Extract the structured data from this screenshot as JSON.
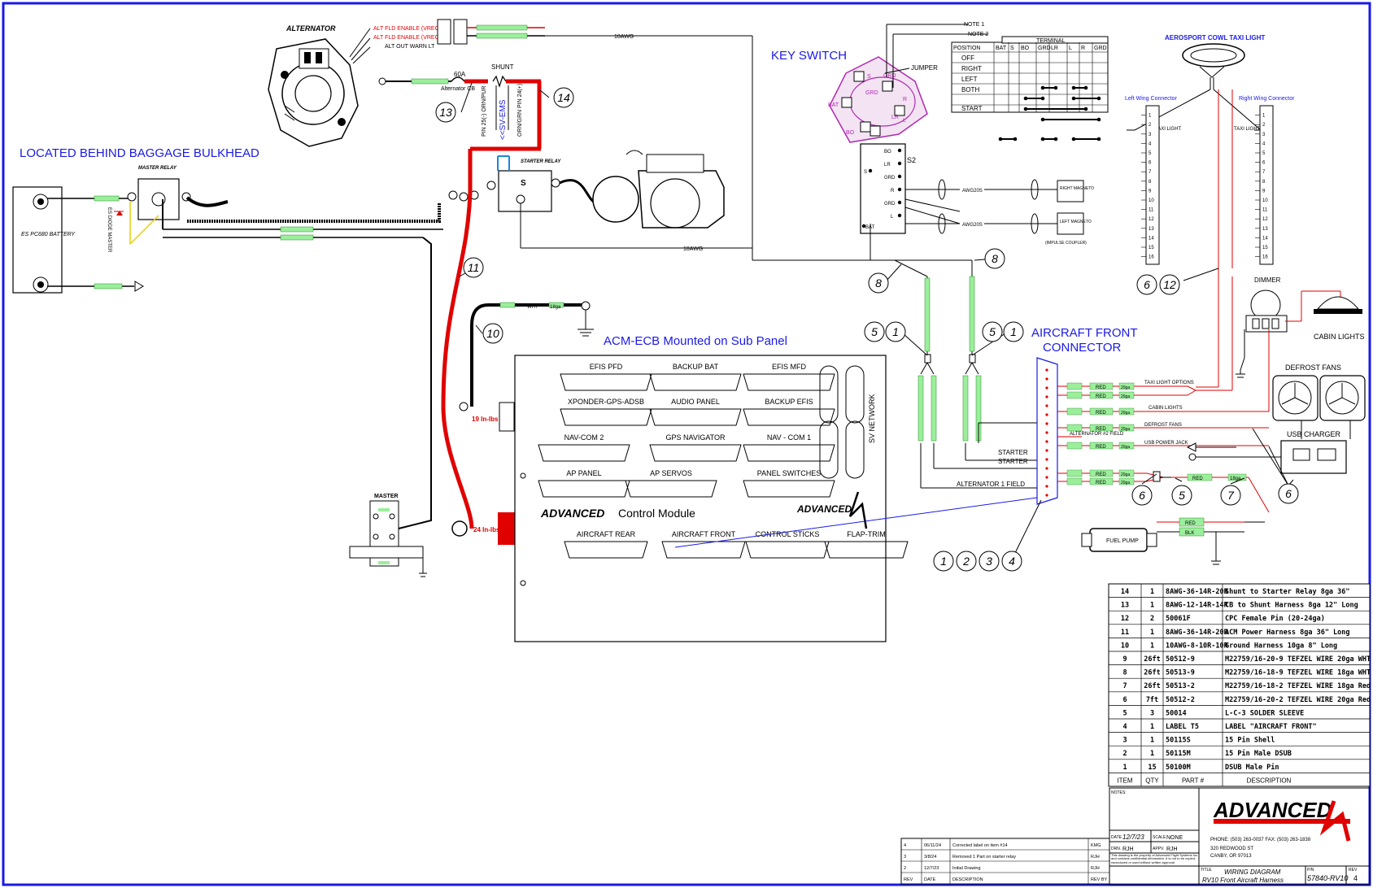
{
  "headings": {
    "baggage": "LOCATED BEHIND BAGGAGE BULKHEAD",
    "key_switch": "KEY SWITCH",
    "acm": "ACM-ECB Mounted on Sub Panel",
    "front_connector_1": "AIRCRAFT FRONT",
    "front_connector_2": "CONNECTOR",
    "taxi_light": "AEROSPORT COWL TAXI LIGHT"
  },
  "components": {
    "alternator": "ALTERNATOR",
    "master_relay": "MASTER RELAY",
    "starter_relay": "STARTER RELAY",
    "battery": "ES PC680 BATTERY",
    "shunt": "SHUNT",
    "cb_60a": "60A",
    "alt_cb": "Alternator CB",
    "master_switch": "MASTER",
    "jumper": "JUMPER",
    "s2": "S2",
    "right_magneto": "RIGHT MAGNETO",
    "left_magneto": "LEFT MAGNETO",
    "impulse": "(IMPULSE COUPLER)",
    "left_wing": "Left Wing Connector",
    "right_wing": "Right Wing Connector",
    "dimmer": "DIMMER",
    "cabin_lights": "CABIN LIGHTS",
    "defrost_fans": "DEFROST FANS",
    "usb_charger": "USB CHARGER",
    "fuel_pump": "FUEL PUMP",
    "sv_ems": "<<SV-EMS",
    "pin25": "PIN 25(-) ORN/PUR",
    "pin24": "ORN/GRN PIN 24(+)"
  },
  "alt_leads": [
    "ALT FLD ENABLE (VREG)",
    "ALT FLD ENABLE (VREG)",
    "ALT OUT WARN LT"
  ],
  "wires": {
    "awg18": "18AWG",
    "awg20": "AWG20S",
    "note1": "NOTE 1",
    "note2": "NOTE 2",
    "torque19": "19 In-lbs",
    "torque24": "24 In-lbs",
    "starter": "STARTER",
    "alt1_field": "ALTERNATOR 1 FIELD",
    "taxi_light": "TAXI LIGHT",
    "wht": "WHT",
    "red": "RED",
    "blk": "BLK",
    "ga18": "18ga",
    "ga20": "20ga"
  },
  "key_table": {
    "terminal": "TERMINAL",
    "headers": [
      "POSITION",
      "BAT",
      "S",
      "BO",
      "GRD",
      "LR",
      "L",
      "R",
      "GRD"
    ],
    "positions": [
      "OFF",
      "RIGHT",
      "LEFT",
      "BOTH",
      "START"
    ]
  },
  "key_terms": [
    "BO",
    "LR",
    "GRD",
    "R",
    "GRD",
    "L",
    "BAT",
    "S"
  ],
  "front_labels": [
    "TAXI LIGHT OPTIONS",
    "CABIN LIGHTS",
    "DEFROST FANS",
    "ALTERNATOR #2 FIELD",
    "USB POWER JACK"
  ],
  "acm": {
    "title_bold": "ADVANCED",
    "title_rest": " Control Module",
    "network": "SV NETWORK",
    "ports": [
      "EFIS PFD",
      "BACKUP BAT",
      "EFIS MFD",
      "XPONDER-GPS-ADSB",
      "AUDIO PANEL",
      "BACKUP EFIS",
      "NAV-COM 2",
      "GPS NAVIGATOR",
      "NAV - COM 1",
      "AP PANEL",
      "AP SERVOS",
      "PANEL SWITCHES",
      "AIRCRAFT REAR",
      "AIRCRAFT FRONT",
      "CONTROL STICKS",
      "FLAP-TRIM"
    ]
  },
  "balloons": [
    "14",
    "13",
    "11",
    "10",
    "8",
    "8",
    "5",
    "1",
    "5",
    "1",
    "6",
    "12",
    "6",
    "5",
    "7",
    "6",
    "1",
    "2",
    "3",
    "4"
  ],
  "bom": {
    "headers": [
      "ITEM",
      "QTY",
      "PART #",
      "DESCRIPTION"
    ],
    "rows": [
      [
        "14",
        "1",
        "8AWG-36-14R-20R",
        "Shunt to Starter Relay 8ga 36\""
      ],
      [
        "13",
        "1",
        "8AWG-12-14R-14R",
        "CB to Shunt Harness 8ga 12\" Long"
      ],
      [
        "12",
        "2",
        "50061F",
        "CPC Female Pin (20-24ga)"
      ],
      [
        "11",
        "1",
        "8AWG-36-14R-20R",
        "ACM Power Harness 8ga 36\" Long"
      ],
      [
        "10",
        "1",
        "10AWG-8-10R-10R",
        "Ground Harness 10ga 8\" Long"
      ],
      [
        "9",
        "26ft",
        "50512-9",
        "M22759/16-20-9 TEFZEL WIRE 20ga WHT"
      ],
      [
        "8",
        "26ft",
        "50513-9",
        "M22759/16-18-9 TEFZEL WIRE 18ga WHT"
      ],
      [
        "7",
        "26ft",
        "50513-2",
        "M22759/16-18-2 TEFZEL WIRE 18ga Red"
      ],
      [
        "6",
        "7ft",
        "50512-2",
        "M22759/16-20-2 TEFZEL WIRE 20ga Red"
      ],
      [
        "5",
        "3",
        "50014",
        "L-C-3 SOLDER SLEEVE"
      ],
      [
        "4",
        "1",
        "LABEL T5",
        "LABEL \"AIRCRAFT FRONT\""
      ],
      [
        "3",
        "1",
        "50115S",
        "15 Pin Shell"
      ],
      [
        "2",
        "1",
        "50115M",
        "15 Pin Male DSUB"
      ],
      [
        "1",
        "15",
        "50100M",
        "DSUB Male Pin"
      ]
    ]
  },
  "revisions": {
    "rows": [
      [
        "4",
        "06/11/24",
        "Corrected label on item #14",
        "KMG"
      ],
      [
        "3",
        "3/8/24",
        "Removed 1 Part on starter relay",
        "RJH"
      ],
      [
        "2",
        "12/7/23",
        "Initial Drawing",
        "RJH"
      ]
    ],
    "headers": [
      "REV",
      "DATE",
      "DESCRIPTION",
      "REV BY"
    ]
  },
  "title_block": {
    "notes": "NOTES:",
    "logo": "ADVANCED",
    "phone": "PHONE: (503) 263-0037  FAX: (503) 263-1838",
    "addr1": "320 REDWOOD ST",
    "addr2": "CANBY, OR 97013",
    "date_label": "DATE",
    "date": "12/7/23",
    "scale_label": "SCALE",
    "scale": "NONE",
    "drn_label": "DRN.",
    "drn": "RJH",
    "appv_label": "APPV.",
    "appv": "RJH",
    "property": "This drawing is the property of Advanced Flight Systems Inc. and contains confidential information. It is not to be copied, reproduced or used without written approval.",
    "title_label": "TITLE",
    "title1": "WIRING DIAGRAM",
    "title2": "RV10 Front Aircraft Harness",
    "pn_label": "P/N",
    "pn": "57840-RV10",
    "rev_label": "REV",
    "rev": "4"
  }
}
